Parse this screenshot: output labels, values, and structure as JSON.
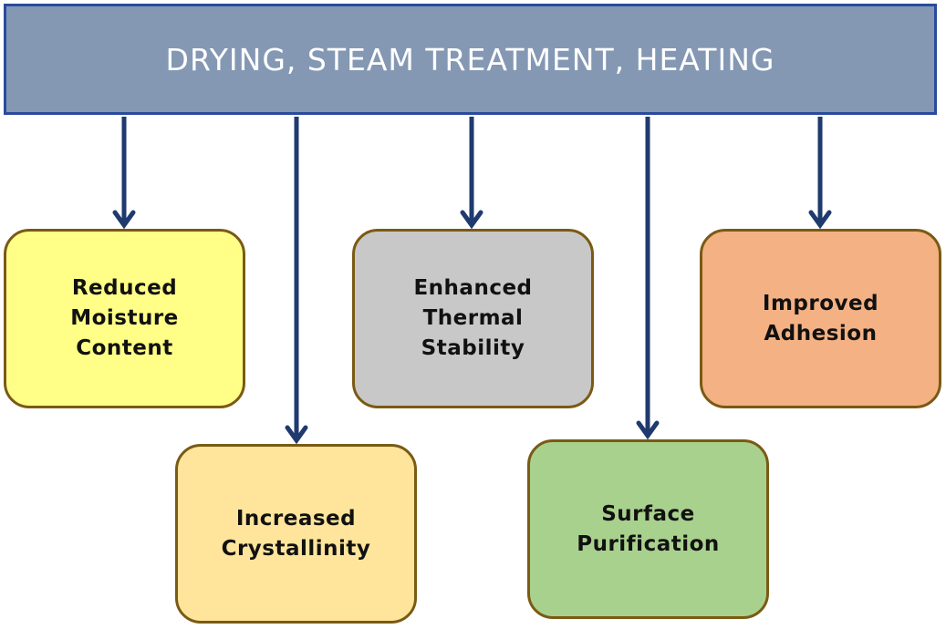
{
  "header": {
    "title": "DRYING, STEAM TREATMENT, HEATING",
    "fill": "#8498b4",
    "border": "#2a4a9c"
  },
  "arrow_color": "#1f3a6e",
  "outcomes": [
    {
      "label": "Reduced\nMoisture\nContent",
      "fill": "#ffff88"
    },
    {
      "label": "Increased\nCrystallinity",
      "fill": "#ffe59b"
    },
    {
      "label": "Enhanced\nThermal\nStability",
      "fill": "#c8c8c8"
    },
    {
      "label": "Surface\nPurification",
      "fill": "#a9d18e"
    },
    {
      "label": "Improved\nAdhesion",
      "fill": "#f4b183"
    }
  ]
}
